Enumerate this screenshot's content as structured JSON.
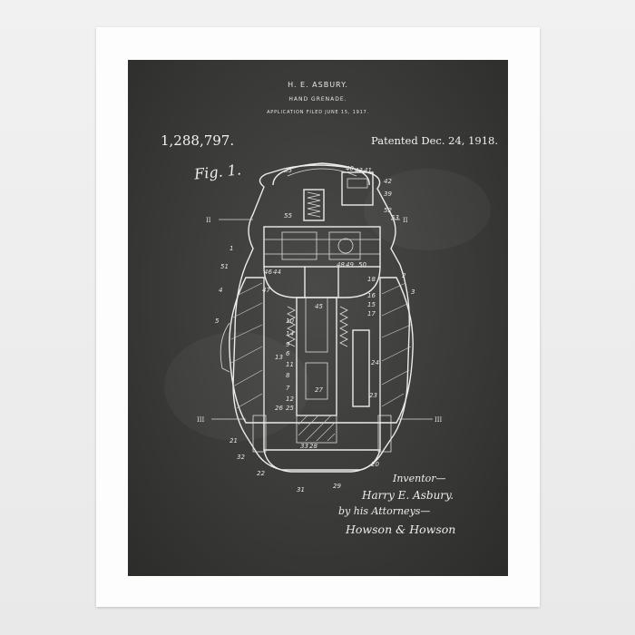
{
  "patent": {
    "inventor_name": "H. E. ASBURY.",
    "invention_title": "HAND GRENADE.",
    "filing_line": "APPLICATION FILED JUNE 15, 1917.",
    "patent_number": "1,288,797.",
    "patent_date": "Patented Dec. 24, 1918.",
    "figure_label": "Fig. 1."
  },
  "drawing": {
    "reference_numerals": [
      "35",
      "40",
      "43",
      "41",
      "42",
      "39",
      "55",
      "52",
      "53",
      "1",
      "51",
      "46",
      "44",
      "48",
      "49",
      "50",
      "18",
      "2",
      "4",
      "3",
      "47",
      "45",
      "16",
      "17",
      "15",
      "5",
      "10",
      "14",
      "9",
      "6",
      "11",
      "8",
      "13",
      "24",
      "7",
      "12",
      "25",
      "26",
      "27",
      "23",
      "33",
      "21",
      "32",
      "22",
      "20",
      "28",
      "29",
      "31"
    ],
    "section_marks": [
      "II",
      "II",
      "III",
      "III"
    ]
  },
  "signature": {
    "inventor_label": "Inventor—",
    "inventor_name": "Harry E. Asbury.",
    "attorneys_label": "by his Attorneys—",
    "attorneys_name": "Howson & Howson"
  },
  "colors": {
    "mat": "#fdfdfd",
    "chalkboard": "#3a3a38",
    "chalk": "#ececec"
  }
}
